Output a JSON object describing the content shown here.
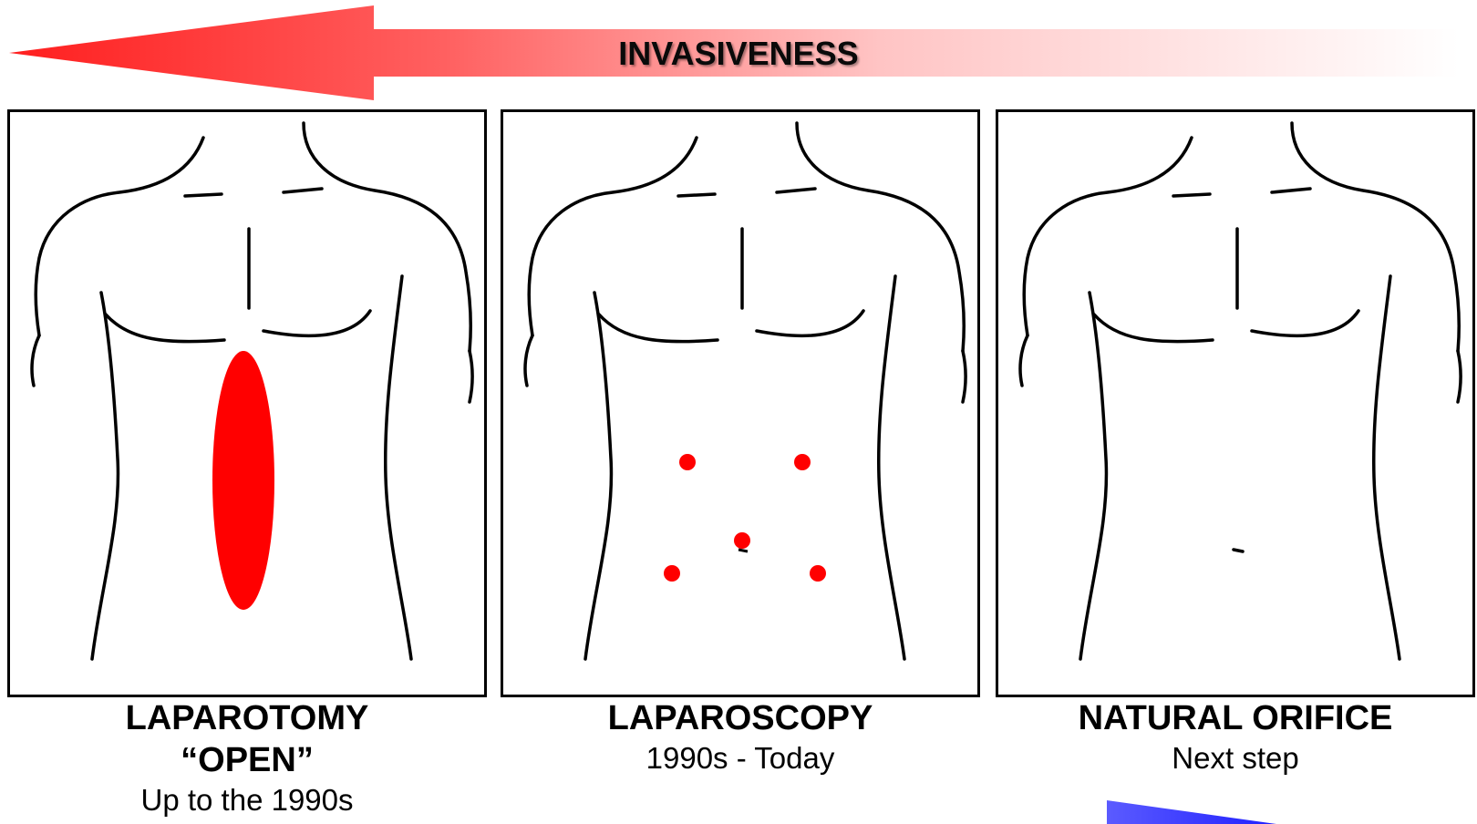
{
  "header": {
    "label": "INVASIVENESS"
  },
  "colors": {
    "arrow_red": "#ff1f1f",
    "incision_red": "#ff0000",
    "outline": "#000000",
    "next_arrow_blue": "#5b5bff"
  },
  "panels": [
    {
      "title": "LAPAROTOMY",
      "title2": "“OPEN”",
      "subtitle": "Up to the 1990s",
      "marking": "midline-incision"
    },
    {
      "title": "LAPAROSCOPY",
      "subtitle": "1990s - Today",
      "marking": "port-dots"
    },
    {
      "title": "NATURAL ORIFICE",
      "subtitle": "Next step",
      "marking": "none"
    }
  ]
}
